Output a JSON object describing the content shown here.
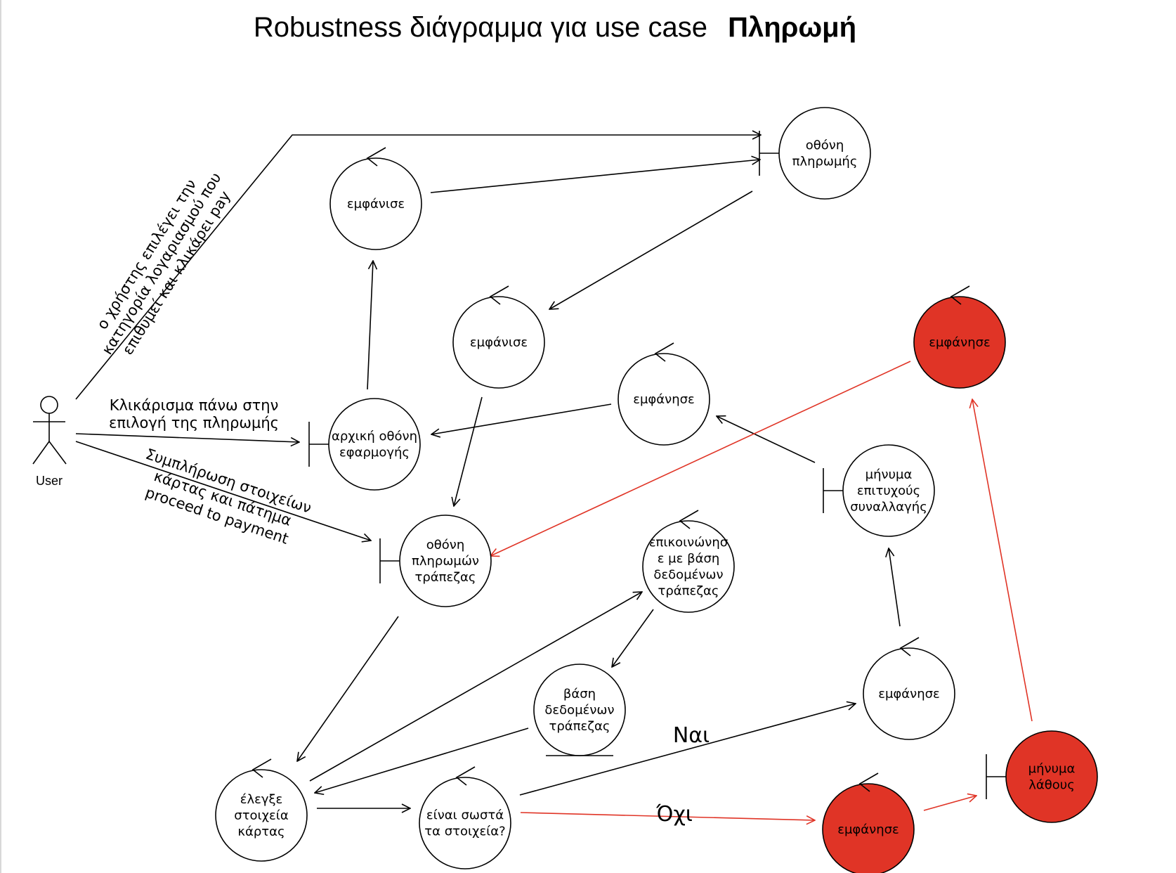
{
  "diagram": {
    "title_prefix": "Robustness διάγραμμα για use case",
    "title_bold": "Πληρωμή",
    "actor": {
      "id": "user",
      "label": "User"
    },
    "colors": {
      "line": "#000000",
      "highlight": "#e03426",
      "node_fill": "#ffffff"
    },
    "nodes": [
      {
        "id": "show1",
        "type": "control",
        "lines": [
          "εμφάνισε"
        ],
        "highlight": false
      },
      {
        "id": "payment_screen",
        "type": "boundary",
        "lines": [
          "οθόνη",
          "πληρωμής"
        ],
        "highlight": false
      },
      {
        "id": "show2",
        "type": "control",
        "lines": [
          "εμφάνισε"
        ],
        "highlight": false
      },
      {
        "id": "show_red1",
        "type": "control",
        "lines": [
          "εμφάνησε"
        ],
        "highlight": true
      },
      {
        "id": "show3",
        "type": "control",
        "lines": [
          "εμφάνησε"
        ],
        "highlight": false
      },
      {
        "id": "home_screen",
        "type": "boundary",
        "lines": [
          "αρχική οθόνη",
          "εφαρμογής"
        ],
        "highlight": false
      },
      {
        "id": "success_msg",
        "type": "boundary",
        "lines": [
          "μήνυμα",
          "επιτυχούς",
          "συναλλαγής"
        ],
        "highlight": false
      },
      {
        "id": "bank_payment_screen",
        "type": "boundary",
        "lines": [
          "οθόνη",
          "πληρωμών",
          "τράπεζας"
        ],
        "highlight": false
      },
      {
        "id": "contact_db",
        "type": "control",
        "lines": [
          "επικοινώνησ",
          "ε με βάση",
          "δεδομένων",
          "τράπεζας"
        ],
        "highlight": false
      },
      {
        "id": "bank_db",
        "type": "entity",
        "lines": [
          "βάση",
          "δεδομένων",
          "τράπεζας"
        ],
        "highlight": false
      },
      {
        "id": "show4",
        "type": "control",
        "lines": [
          "εμφάνησε"
        ],
        "highlight": false
      },
      {
        "id": "check_card",
        "type": "control",
        "lines": [
          "έλεγξε",
          "στοιχεία",
          "κάρτας"
        ],
        "highlight": false
      },
      {
        "id": "correct_data",
        "type": "control",
        "lines": [
          "είναι σωστά",
          "τα στοιχεία?"
        ],
        "highlight": false
      },
      {
        "id": "show_red2",
        "type": "control",
        "lines": [
          "εμφάνησε"
        ],
        "highlight": true
      },
      {
        "id": "error_msg",
        "type": "boundary",
        "lines": [
          "μήνυμα",
          "λάθους"
        ],
        "highlight": true
      }
    ],
    "edges": [
      {
        "from": "user",
        "to": "payment_screen",
        "label_lines": [
          "ο χρήστης επιλέγει την",
          "κατηγορία λογαριασμού που",
          "επιθυμεί και κλικάρει pay"
        ],
        "highlight": false
      },
      {
        "from": "user",
        "to": "home_screen",
        "label_lines": [
          "Κλικάρισμα πάνω στην",
          "επιλογή της πληρωμής"
        ],
        "highlight": false
      },
      {
        "from": "user",
        "to": "bank_payment_screen",
        "label_lines": [
          "Συμπλήρωση στοιχείων",
          "κάρτας και πάτημα",
          "proceed to payment"
        ],
        "highlight": false
      },
      {
        "from": "home_screen",
        "to": "show1",
        "label_lines": [],
        "highlight": false
      },
      {
        "from": "show1",
        "to": "payment_screen",
        "label_lines": [],
        "highlight": false
      },
      {
        "from": "payment_screen",
        "to": "show2",
        "label_lines": [],
        "highlight": false
      },
      {
        "from": "show2",
        "to": "bank_payment_screen",
        "label_lines": [],
        "highlight": false
      },
      {
        "from": "show3",
        "to": "home_screen",
        "label_lines": [],
        "highlight": false
      },
      {
        "from": "success_msg",
        "to": "show3",
        "label_lines": [],
        "highlight": false
      },
      {
        "from": "show_red1",
        "to": "bank_payment_screen",
        "label_lines": [],
        "highlight": true
      },
      {
        "from": "bank_payment_screen",
        "to": "check_card",
        "label_lines": [],
        "highlight": false
      },
      {
        "from": "check_card",
        "to": "contact_db",
        "label_lines": [],
        "highlight": false
      },
      {
        "from": "contact_db",
        "to": "bank_db",
        "label_lines": [],
        "highlight": false
      },
      {
        "from": "bank_db",
        "to": "check_card",
        "label_lines": [],
        "highlight": false
      },
      {
        "from": "check_card",
        "to": "correct_data",
        "label_lines": [],
        "highlight": false
      },
      {
        "from": "correct_data",
        "to": "show4",
        "label_lines": [
          "Ναι"
        ],
        "highlight": false
      },
      {
        "from": "show4",
        "to": "success_msg",
        "label_lines": [],
        "highlight": false
      },
      {
        "from": "correct_data",
        "to": "show_red2",
        "label_lines": [
          "Όχι"
        ],
        "highlight": true
      },
      {
        "from": "show_red2",
        "to": "error_msg",
        "label_lines": [],
        "highlight": true
      },
      {
        "from": "error_msg",
        "to": "show_red1",
        "label_lines": [],
        "highlight": true
      }
    ]
  }
}
